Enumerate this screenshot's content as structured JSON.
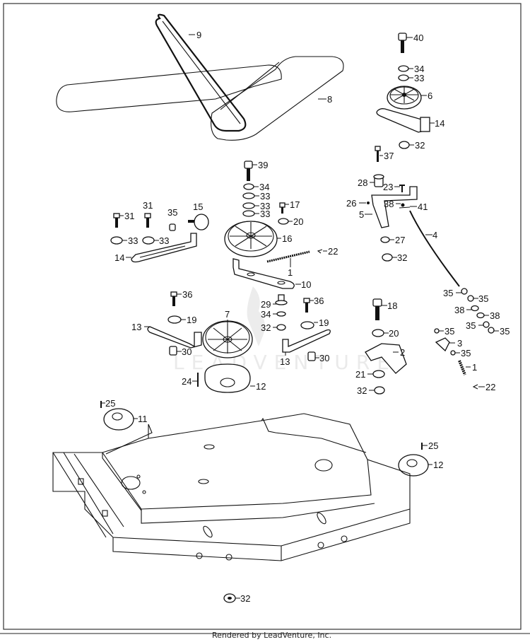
{
  "diagram": {
    "type": "exploded-parts-diagram",
    "subject": "Mower deck, belts and pulleys",
    "watermark": "LEADVENTURE",
    "footer": "Rendered by LeadVenture, Inc."
  },
  "callouts": [
    {
      "id": "c9",
      "label": "9"
    },
    {
      "id": "c8",
      "label": "8"
    },
    {
      "id": "c40",
      "label": "40"
    },
    {
      "id": "c34a",
      "label": "34"
    },
    {
      "id": "c33a",
      "label": "33"
    },
    {
      "id": "c6",
      "label": "6"
    },
    {
      "id": "c14a",
      "label": "14"
    },
    {
      "id": "c32a",
      "label": "32"
    },
    {
      "id": "c37",
      "label": "37"
    },
    {
      "id": "c39",
      "label": "39"
    },
    {
      "id": "c34b",
      "label": "34"
    },
    {
      "id": "c33b",
      "label": "33"
    },
    {
      "id": "c33c",
      "label": "33"
    },
    {
      "id": "c33d",
      "label": "33"
    },
    {
      "id": "c17",
      "label": "17"
    },
    {
      "id": "c20a",
      "label": "20"
    },
    {
      "id": "c16",
      "label": "16"
    },
    {
      "id": "c22a",
      "label": "22"
    },
    {
      "id": "c1a",
      "label": "1"
    },
    {
      "id": "c10",
      "label": "10"
    },
    {
      "id": "c31a",
      "label": "31"
    },
    {
      "id": "c31b",
      "label": "31"
    },
    {
      "id": "c35a",
      "label": "35"
    },
    {
      "id": "c15",
      "label": "15"
    },
    {
      "id": "c33e",
      "label": "33"
    },
    {
      "id": "c33f",
      "label": "33"
    },
    {
      "id": "c14b",
      "label": "14"
    },
    {
      "id": "c28",
      "label": "28"
    },
    {
      "id": "c23",
      "label": "23"
    },
    {
      "id": "c26",
      "label": "26"
    },
    {
      "id": "c38a",
      "label": "38"
    },
    {
      "id": "c41",
      "label": "41"
    },
    {
      "id": "c5",
      "label": "5"
    },
    {
      "id": "c4",
      "label": "4"
    },
    {
      "id": "c27",
      "label": "27"
    },
    {
      "id": "c32b",
      "label": "32"
    },
    {
      "id": "c36a",
      "label": "36"
    },
    {
      "id": "c19a",
      "label": "19"
    },
    {
      "id": "c13a",
      "label": "13"
    },
    {
      "id": "c30a",
      "label": "30"
    },
    {
      "id": "c7",
      "label": "7"
    },
    {
      "id": "c29",
      "label": "29"
    },
    {
      "id": "c34c",
      "label": "34"
    },
    {
      "id": "c32c",
      "label": "32"
    },
    {
      "id": "c36b",
      "label": "36"
    },
    {
      "id": "c19b",
      "label": "19"
    },
    {
      "id": "c13b",
      "label": "13"
    },
    {
      "id": "c30b",
      "label": "30"
    },
    {
      "id": "c24",
      "label": "24"
    },
    {
      "id": "c12a",
      "label": "12"
    },
    {
      "id": "c18",
      "label": "18"
    },
    {
      "id": "c20b",
      "label": "20"
    },
    {
      "id": "c2",
      "label": "2"
    },
    {
      "id": "c21",
      "label": "21"
    },
    {
      "id": "c32d",
      "label": "32"
    },
    {
      "id": "c35b",
      "label": "35"
    },
    {
      "id": "c35c",
      "label": "35"
    },
    {
      "id": "c38b",
      "label": "38"
    },
    {
      "id": "c38c",
      "label": "38"
    },
    {
      "id": "c35d",
      "label": "35"
    },
    {
      "id": "c35e",
      "label": "35"
    },
    {
      "id": "c35f",
      "label": "35"
    },
    {
      "id": "c3",
      "label": "3"
    },
    {
      "id": "c35g",
      "label": "35"
    },
    {
      "id": "c1b",
      "label": "1"
    },
    {
      "id": "c22b",
      "label": "22"
    },
    {
      "id": "c25a",
      "label": "25"
    },
    {
      "id": "c11",
      "label": "11"
    },
    {
      "id": "c25b",
      "label": "25"
    },
    {
      "id": "c12b",
      "label": "12"
    },
    {
      "id": "c32e",
      "label": "32"
    }
  ]
}
